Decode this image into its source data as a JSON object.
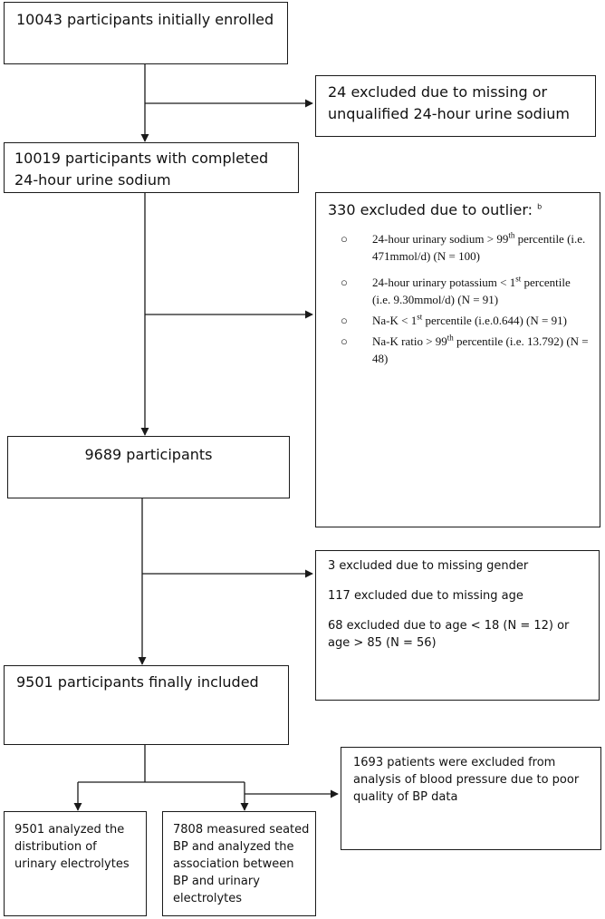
{
  "boxes": {
    "enrolled": "10043 participants initially enrolled",
    "excl_urine": "24 excluded due to missing or unqualified 24-hour urine sodium",
    "completed": "10019 participants with completed 24-hour urine sodium",
    "outlier_title": "330 excluded due to outlier:",
    "outlier_note": "b",
    "outliers": [
      {
        "pre": "24-hour urinary sodium > 99",
        "sup": "th",
        "post": " percentile (i.e. 471mmol/d)  (N = 100)"
      },
      {
        "pre": "24-hour urinary potassium < 1",
        "sup": "st",
        "post": " percentile (i.e. 9.30mmol/d) (N = 91)"
      },
      {
        "pre": "Na-K < 1",
        "sup": "st",
        "post": " percentile (i.e.0.644) (N = 91)"
      },
      {
        "pre": "Na-K ratio > 99",
        "sup": "th",
        "post": " percentile (i.e. 13.792) (N = 48)"
      }
    ],
    "bullet_glyph": "○",
    "n9689": "9689 participants",
    "excl_gender": "3 excluded due to missing gender",
    "excl_age_missing": "117 excluded due to missing age",
    "excl_age_range": "68 excluded due to age < 18 (N = 12) or age > 85 (N = 56)",
    "final": "9501 participants finally included",
    "excl_bp": "1693 patients were excluded from analysis of blood pressure due to poor quality of BP data",
    "analyzed_dist": "9501 analyzed the distribution of urinary electrolytes",
    "measured_bp": "7808 measured seated BP and analyzed the association between BP and urinary electrolytes"
  }
}
